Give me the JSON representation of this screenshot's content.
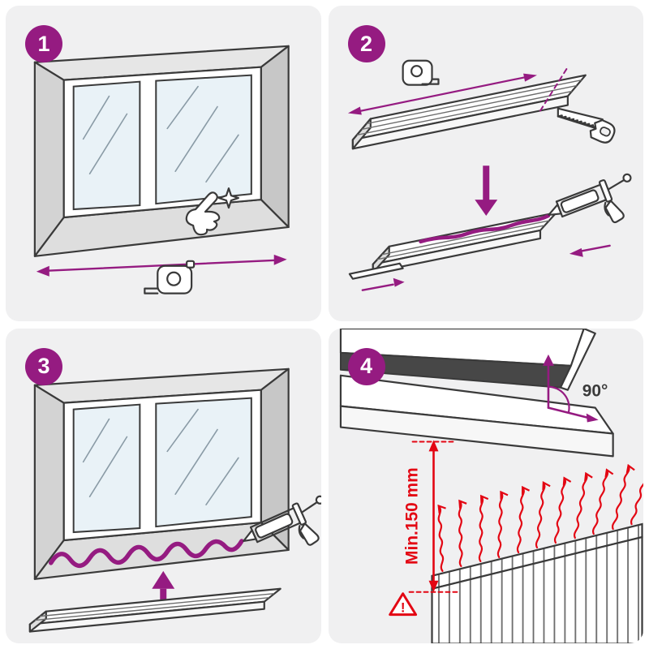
{
  "theme": {
    "accent": "#951b81",
    "alert": "#e30613",
    "ink": "#3a3a3a",
    "panel_bg": "#f0f0f1",
    "page_bg": "#ffffff",
    "glass": "#e9f2f7"
  },
  "steps": [
    {
      "number": "1",
      "illustration": "measure-window-recess-width"
    },
    {
      "number": "2",
      "illustration": "measure-and-cut-sill-then-apply-adhesive"
    },
    {
      "number": "3",
      "illustration": "apply-adhesive-bead-on-recess-and-insert-sill"
    },
    {
      "number": "4",
      "illustration": "mount-sill-level-with-min-clearance-above-radiator"
    }
  ],
  "annotations": {
    "angle_label": "90°",
    "min_distance_label": "Min.150 mm",
    "warning_mark": "!"
  },
  "icons": {
    "snap-fingers-icon": "hand with sparkle",
    "tape-measure-icon": "tape measure case",
    "handsaw-icon": "handsaw",
    "caulk-gun-icon": "caulking gun",
    "warning-triangle-icon": "triangle with exclamation",
    "heat-arrow-icon": "wavy arrow rising",
    "measure-arrow": "double headed arrow"
  }
}
